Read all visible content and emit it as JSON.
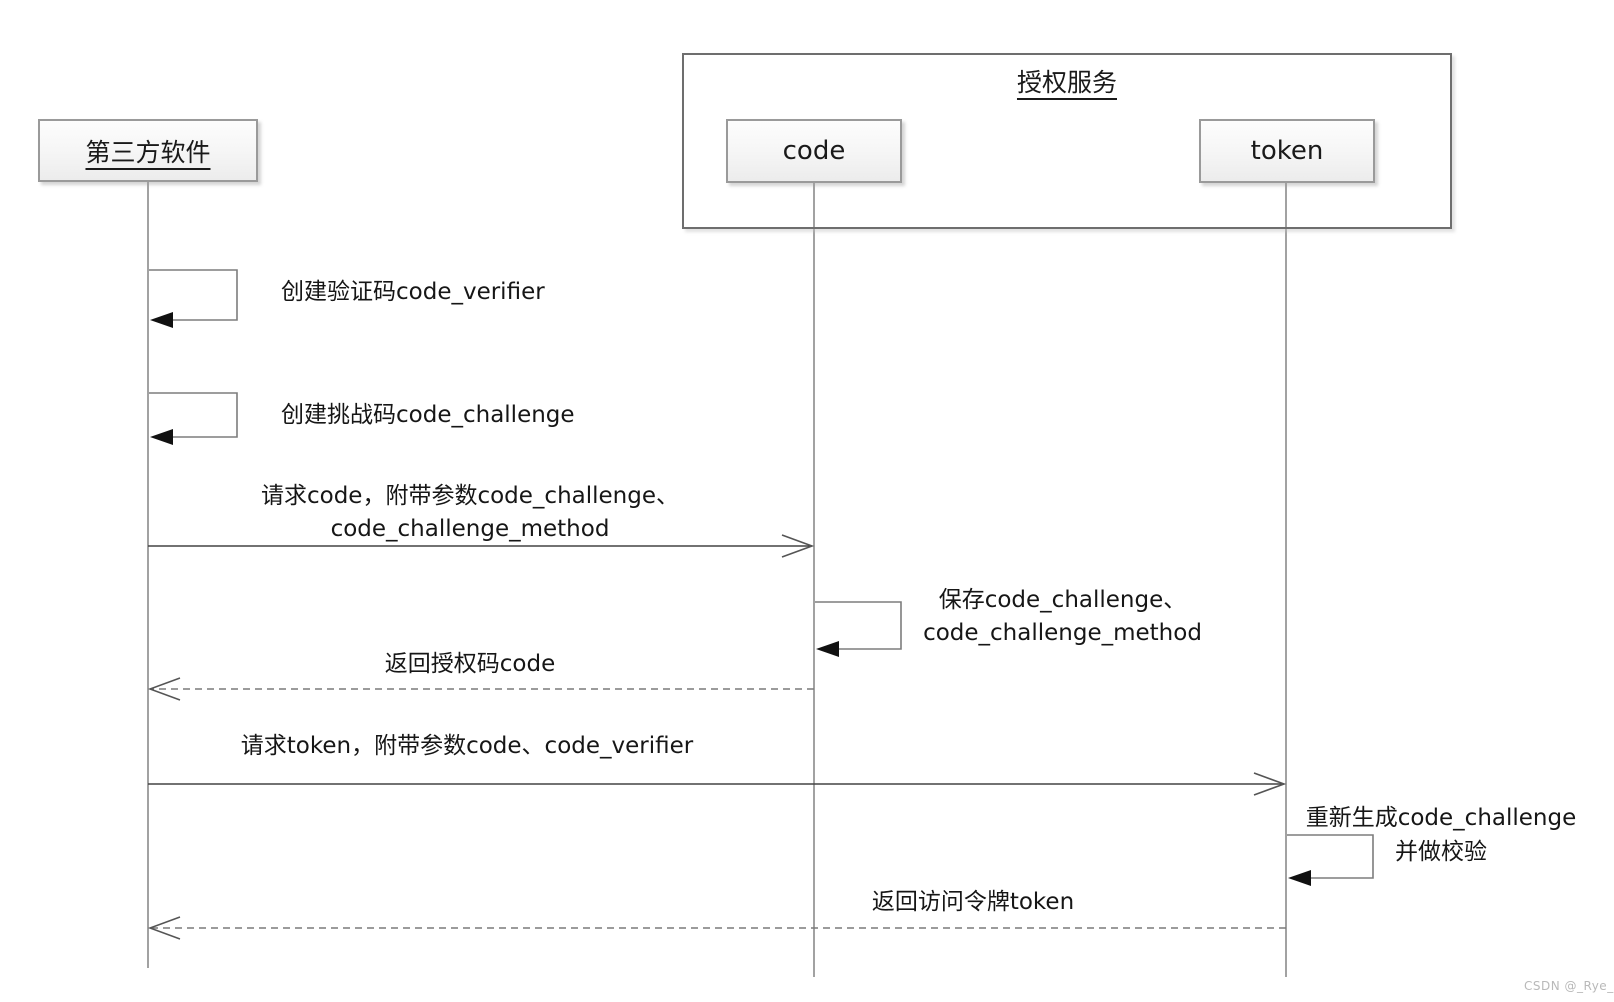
{
  "diagram": {
    "kind": "sequence-diagram",
    "actor": {
      "label": "第三方软件"
    },
    "group": {
      "title": "授权服务",
      "participants": [
        {
          "label": "code"
        },
        {
          "label": "token"
        }
      ]
    },
    "messages": [
      {
        "type": "self",
        "on": "第三方软件",
        "lines": [
          "创建验证码code_verifier"
        ]
      },
      {
        "type": "self",
        "on": "第三方软件",
        "lines": [
          "创建挑战码code_challenge"
        ]
      },
      {
        "type": "solid-arrow",
        "from": "第三方软件",
        "to": "code",
        "lines": [
          "请求code，附带参数code_challenge、",
          "code_challenge_method"
        ]
      },
      {
        "type": "self",
        "on": "code",
        "lines": [
          "保存code_challenge、",
          "code_challenge_method"
        ]
      },
      {
        "type": "dashed-return",
        "from": "code",
        "to": "第三方软件",
        "lines": [
          "返回授权码code"
        ]
      },
      {
        "type": "solid-arrow",
        "from": "第三方软件",
        "to": "token",
        "lines": [
          "请求token，附带参数code、code_verifier"
        ]
      },
      {
        "type": "self",
        "on": "token",
        "lines": [
          "重新生成code_challenge",
          "并做校验"
        ]
      },
      {
        "type": "dashed-return",
        "from": "token",
        "to": "第三方软件",
        "lines": [
          "返回访问令牌token"
        ]
      }
    ],
    "watermark": "CSDN @_Rye_",
    "colors": {
      "background": "#ffffff",
      "box_fill_top": "#fdfdfd",
      "box_fill_bottom": "#ececec",
      "box_border": "#9a9a9a",
      "group_border": "#6e6e6e",
      "lifeline": "#8a8a8a",
      "solid_message": "#444444",
      "dashed_message": "#7a7a7a",
      "arrowhead_filled": "#111111",
      "text": "#161616",
      "watermark_text": "#b9b9b9"
    }
  }
}
